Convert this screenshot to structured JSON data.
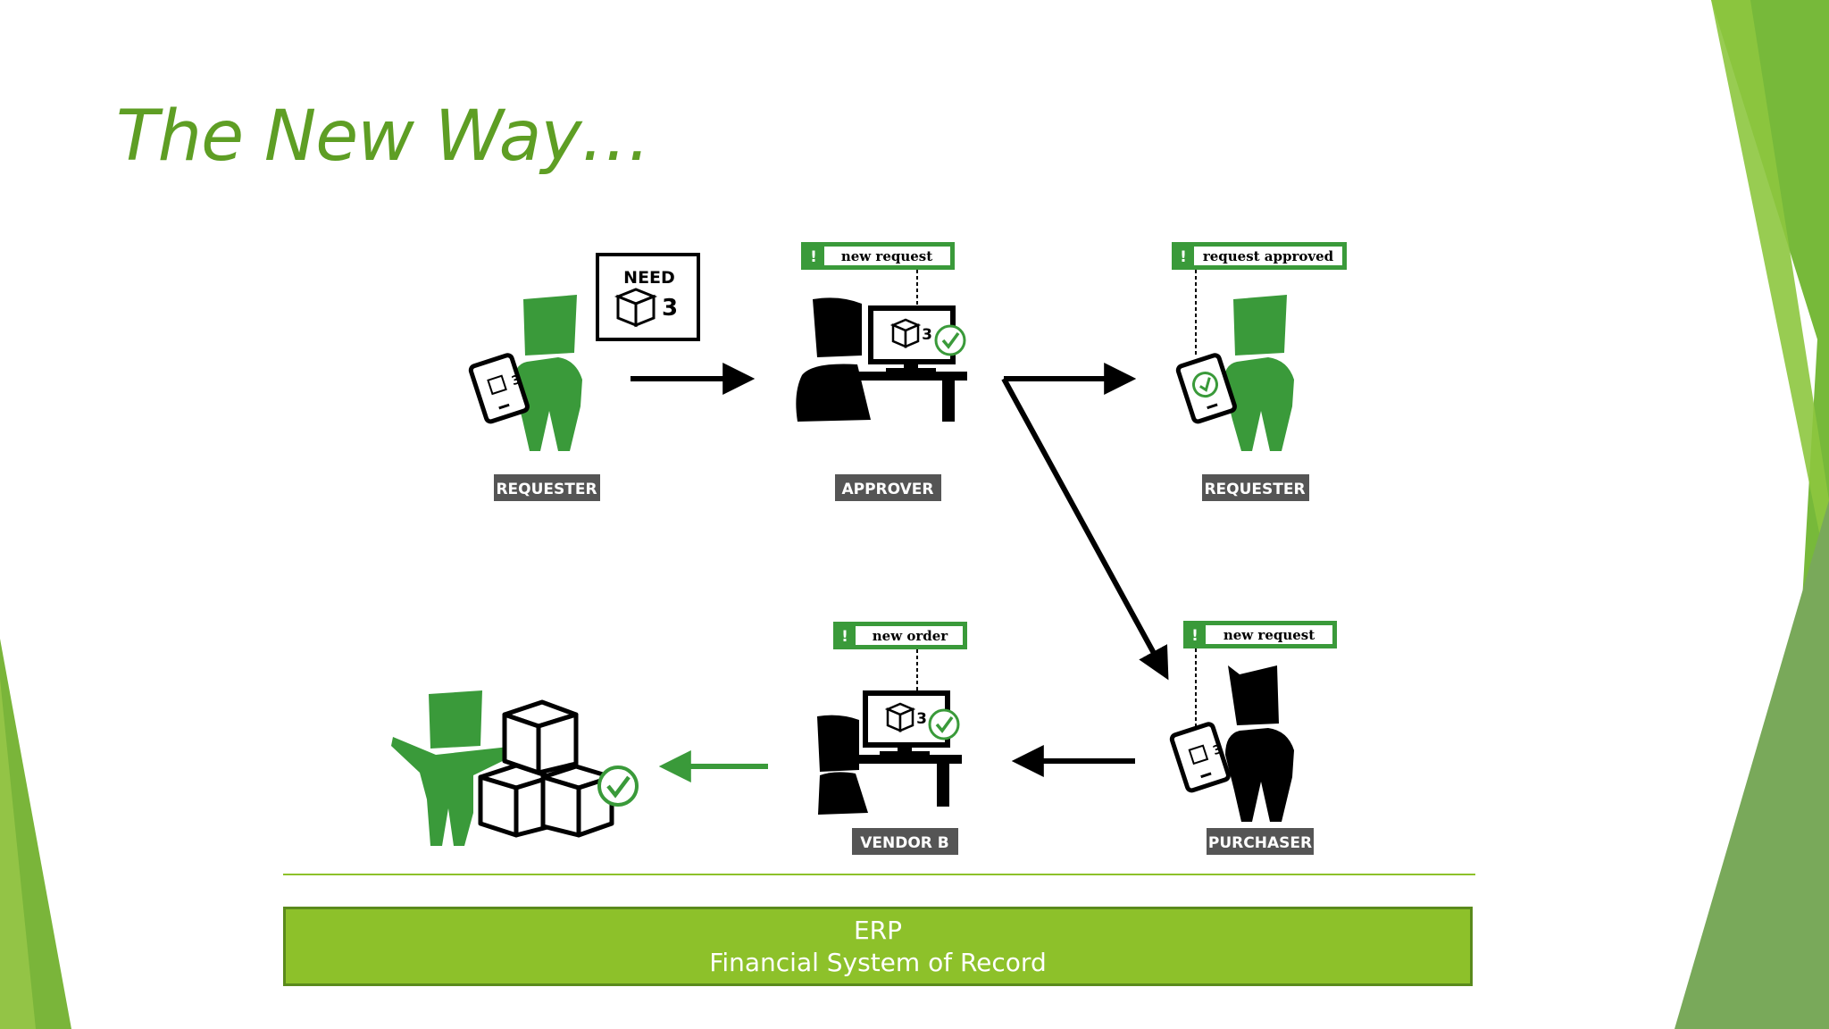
{
  "slide": {
    "title": "The New Way…",
    "accent_color": "#5e9e24",
    "erp_color": "#8dc12a"
  },
  "diagram": {
    "nodes": [
      {
        "id": "requester-1",
        "label": "REQUESTER"
      },
      {
        "id": "approver",
        "label": "APPROVER"
      },
      {
        "id": "requester-2",
        "label": "REQUESTER"
      },
      {
        "id": "purchaser",
        "label": "PURCHASER"
      },
      {
        "id": "vendor-b",
        "label": "VENDOR B"
      }
    ],
    "need_card": {
      "heading": "NEED",
      "qty": "3"
    },
    "notifications": {
      "approver": "new request",
      "requester": "request approved",
      "purchaser": "new request",
      "vendor": "new order"
    },
    "notification_mark": "!",
    "qty": "3",
    "icons": [
      "person-icon",
      "tablet-icon",
      "box-icon",
      "computer-desk-icon",
      "check-icon",
      "boxes-icon",
      "arrow-icon"
    ]
  },
  "erp": {
    "line1": "ERP",
    "line2": "Financial System of Record"
  }
}
